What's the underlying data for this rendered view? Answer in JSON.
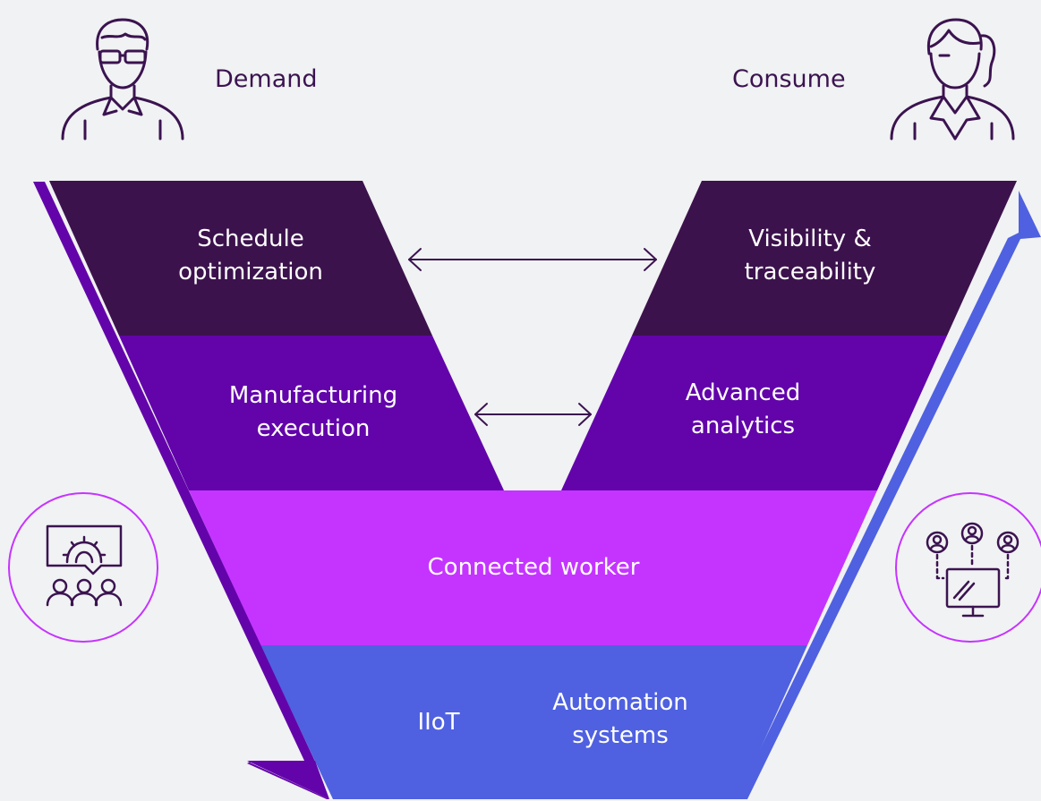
{
  "personas": {
    "demand": "Demand",
    "consume": "Consume"
  },
  "layers": {
    "schedule_optimization": [
      "Schedule",
      "optimization"
    ],
    "visibility_traceability": [
      "Visibility &",
      "traceability"
    ],
    "manufacturing_execution": [
      "Manufacturing",
      "execution"
    ],
    "advanced_analytics": [
      "Advanced",
      "analytics"
    ],
    "connected_worker": "Connected worker",
    "iiot": "IIoT",
    "automation_systems": [
      "Automation",
      "systems"
    ]
  },
  "colors": {
    "background": "#f1f2f3",
    "tier1": "#3c124d",
    "tier2": "#6204aa",
    "tier3": "#c534ff",
    "tier4": "#4f61e0",
    "left_arrow": "#6304aa",
    "right_arrow": "#4f61e0",
    "line": "#3b1350",
    "icon_circle": "#c534ff"
  },
  "icons": [
    "man-with-glasses-icon",
    "woman-with-ponytail-icon",
    "team-with-gear-icon",
    "users-with-monitor-icon",
    "double-arrow-icon"
  ]
}
